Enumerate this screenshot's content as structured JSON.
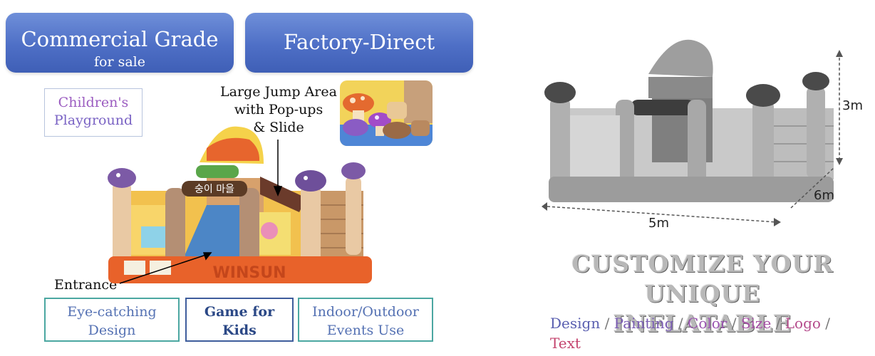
{
  "badges": {
    "commercial": {
      "line1": "Commercial Grade",
      "line2": "for sale"
    },
    "factory": {
      "line1": "Factory-Direct"
    }
  },
  "category": {
    "line1": "Children's",
    "line2": "Playground"
  },
  "callouts": {
    "jump_area": {
      "line1": "Large Jump Area",
      "line2": "with Pop-ups",
      "line3": "& Slide"
    },
    "entrance": "Entrance"
  },
  "product": {
    "brand_mark": "WINSUN",
    "sign_text": "숭이 마을"
  },
  "features": [
    {
      "line1": "Eye-catching",
      "line2": "Design"
    },
    {
      "line1": "Game for",
      "line2": "Kids"
    },
    {
      "line1": "Indoor/Outdoor",
      "line2": "Events Use"
    }
  ],
  "dimensions": {
    "height": "3m",
    "depth": "6m",
    "width": "5m"
  },
  "customize": {
    "title_line1": "CUSTOMIZE YOUR UNIQUE",
    "title_line2": "INFLATABLE",
    "options": [
      {
        "label": "Design",
        "color": "#5a5fb0"
      },
      {
        "label": "Painting",
        "color": "#7a5cb3"
      },
      {
        "label": "Color",
        "color": "#9a55b0"
      },
      {
        "label": "Size",
        "color": "#a54fa4"
      },
      {
        "label": "Logo",
        "color": "#b54b8c"
      },
      {
        "label": "Text",
        "color": "#c4456f"
      }
    ],
    "separator": " / "
  },
  "colors": {
    "badge_blue": "#4e6fc6",
    "feature_border": "#4ba7a1",
    "base_orange": "#e8622a"
  }
}
